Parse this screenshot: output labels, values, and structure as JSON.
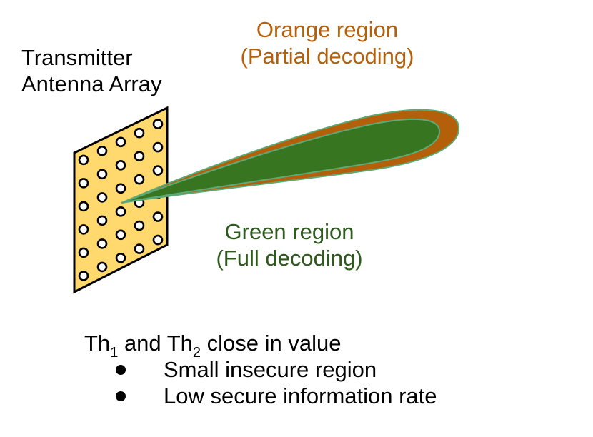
{
  "transmitter_label": {
    "line1": "Transmitter",
    "line2": "Antenna Array",
    "color": "#000000"
  },
  "orange_label": {
    "line1": "Orange region",
    "line2": "(Partial decoding)",
    "color": "#B4600A"
  },
  "green_label": {
    "line1": "Green region",
    "line2": "(Full decoding)",
    "color": "#2E5A1E"
  },
  "antenna_panel": {
    "fill": "#FFD86E",
    "stroke": "#000000",
    "columns": 5,
    "rows": 6,
    "element_icon": "circle-antenna-element"
  },
  "beam": {
    "outer_fill": "#B4600A",
    "inner_fill": "#377520",
    "outline": "#5BAA78"
  },
  "conclusion": {
    "th1_base": "Th",
    "th1_sub": "1",
    "and": "and",
    "th2_base": "Th",
    "th2_sub": "2",
    "tail": "close in value",
    "bullets": [
      "Small insecure region",
      "Low secure information rate"
    ]
  }
}
